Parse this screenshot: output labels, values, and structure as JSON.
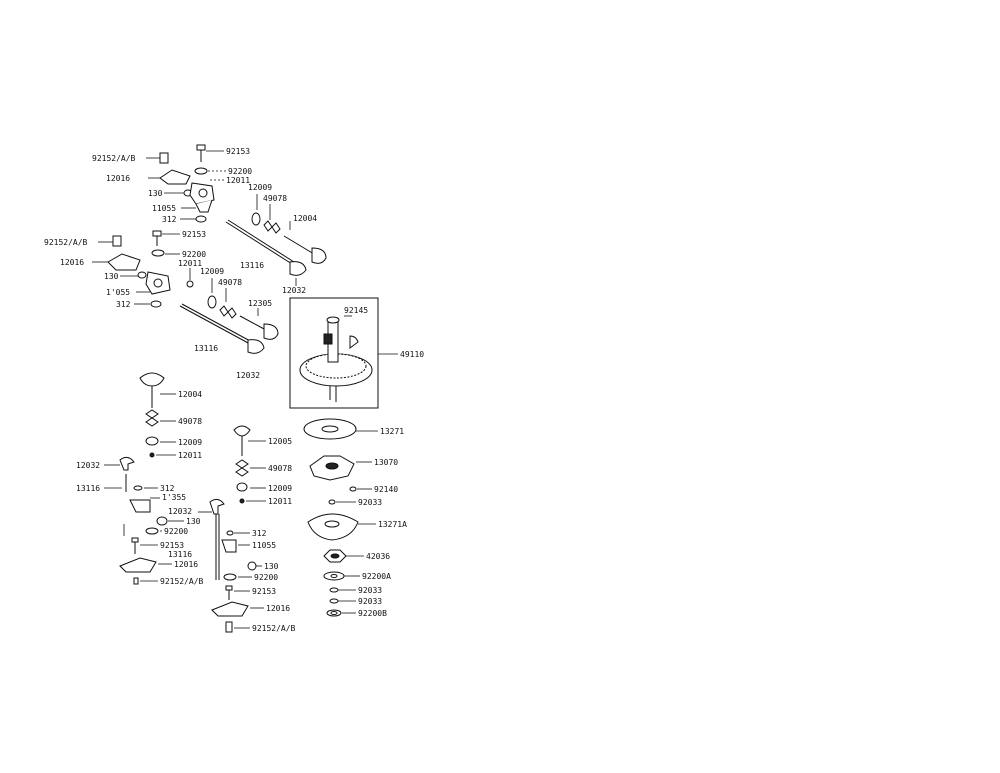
{
  "labels": {
    "p92153_a": "92153",
    "p92152_a": "92152/A/B",
    "p92200_a": "92200",
    "p12016_a": "12016",
    "p12011_a": "12011",
    "p130_a": "130",
    "p12009_a": "12009",
    "p49078_a": "49078",
    "p11055_a": "11055",
    "p12004_a": "12004",
    "p312_a": "312",
    "p92152_b": "92152/A/B",
    "p92153_b": "92153",
    "p92200_b": "92200",
    "p12011_b": "12011",
    "p12016_b": "12016",
    "p13116_a": "13116",
    "p12032_a": "12032",
    "p130_b": "130",
    "p12009_b": "12009",
    "p49078_b": "49078",
    "p1055_b": "1'055",
    "p312_b": "312",
    "p12305": "12305",
    "p13116_b": "13116",
    "p12032_b": "12032",
    "p92145": "92145",
    "p49110": "49110",
    "p12004_c": "12004",
    "p49078_c": "49078",
    "p12009_c": "12009",
    "p12011_c": "12011",
    "p12032_c": "12032",
    "p13116_c": "13116",
    "p312_c": "312",
    "p1355": "1'355",
    "p12032_d": "12032",
    "p130_c": "130",
    "p92200_c": "92200",
    "p92153_c": "92153",
    "p13116_d": "13116",
    "p12016_c": "12016",
    "p92152_c": "92152/A/B",
    "p12005": "12005",
    "p49078_d": "49078",
    "p12009_d": "12009",
    "p12011_d": "12011",
    "p312_d": "312",
    "p11055_d": "11055",
    "p130_d": "130",
    "p92200_d": "92200",
    "p92153_d": "92153",
    "p12016_d": "12016",
    "p92152_d": "92152/A/B",
    "p13271": "13271",
    "p13070": "13070",
    "p92140": "92140",
    "p92033_a": "92033",
    "p13271A": "13271A",
    "p42036": "42036",
    "p92200A": "92200A",
    "p92033_b": "92033",
    "p92033_c": "92033",
    "p92200B": "92200B"
  }
}
